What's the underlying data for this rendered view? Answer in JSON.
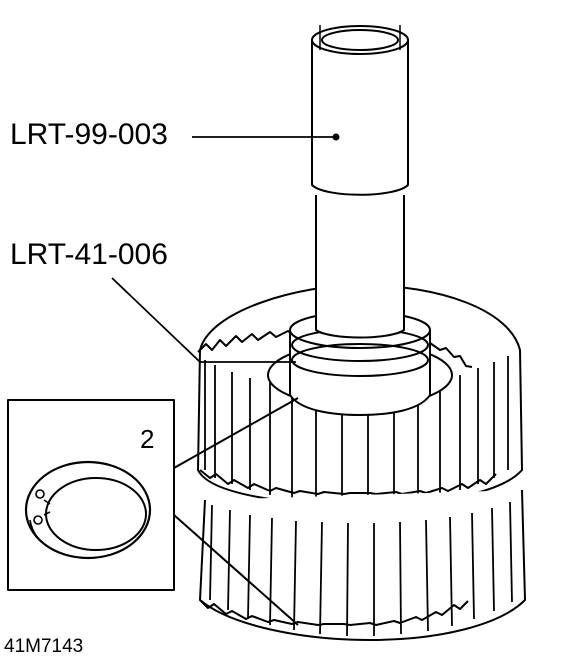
{
  "labels": {
    "tool_upper": "LRT-99-003",
    "tool_lower": "LRT-41-006",
    "detail_number": "2",
    "figure_ref": "41M7143"
  },
  "colors": {
    "ink": "#000000",
    "paper": "#ffffff"
  },
  "icons": {
    "detail": "snap-ring-icon"
  }
}
